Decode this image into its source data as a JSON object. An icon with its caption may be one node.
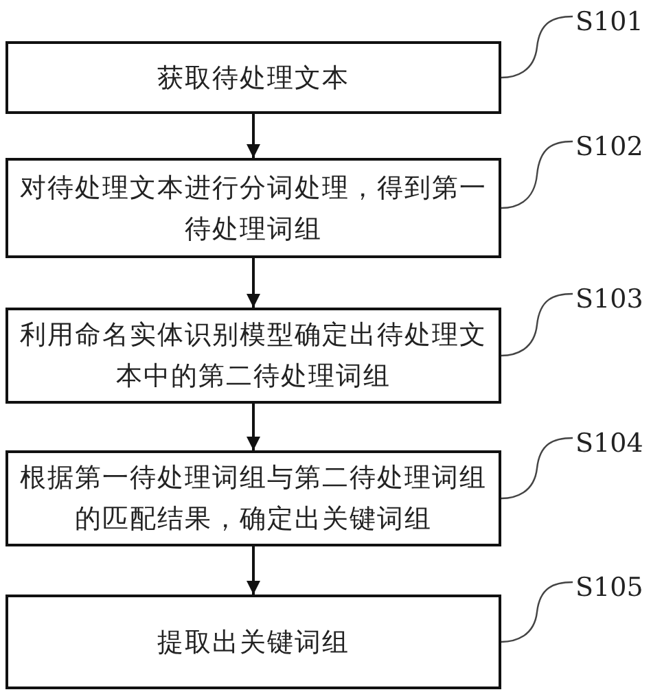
{
  "diagram": {
    "nodes": [
      {
        "text": [
          "获取待处理文本"
        ]
      },
      {
        "text": [
          "对待处理文本进行分词处理，得到第一待处理词组"
        ]
      },
      {
        "text": [
          "利用命名实体识别模型确定出待处理文本中的第二待处理词组"
        ]
      },
      {
        "text": [
          "根据第一待处理词组与第二待处理词组的匹配结果，确定出关键词组"
        ]
      },
      {
        "text": [
          "提取出关键词组"
        ]
      },
      {
        "text": [
          "S101"
        ]
      },
      {
        "text": [
          "S102"
        ]
      },
      {
        "text": [
          "S103"
        ]
      },
      {
        "text": [
          "S104"
        ]
      },
      {
        "text": [
          "S105"
        ]
      }
    ],
    "edges": [
      {
        "from": 0,
        "to": 1,
        "arrow": "to"
      },
      {
        "from": 1,
        "to": 2,
        "arrow": "to"
      },
      {
        "from": 2,
        "to": 3,
        "arrow": "to"
      },
      {
        "from": 3,
        "to": 4,
        "arrow": "to"
      },
      {
        "from": 5,
        "to": 0,
        "arrow": "none"
      },
      {
        "from": 6,
        "to": 1,
        "arrow": "none"
      },
      {
        "from": 7,
        "to": 2,
        "arrow": "none"
      },
      {
        "from": 8,
        "to": 3,
        "arrow": "none"
      },
      {
        "from": 9,
        "to": 4,
        "arrow": "none"
      }
    ]
  }
}
